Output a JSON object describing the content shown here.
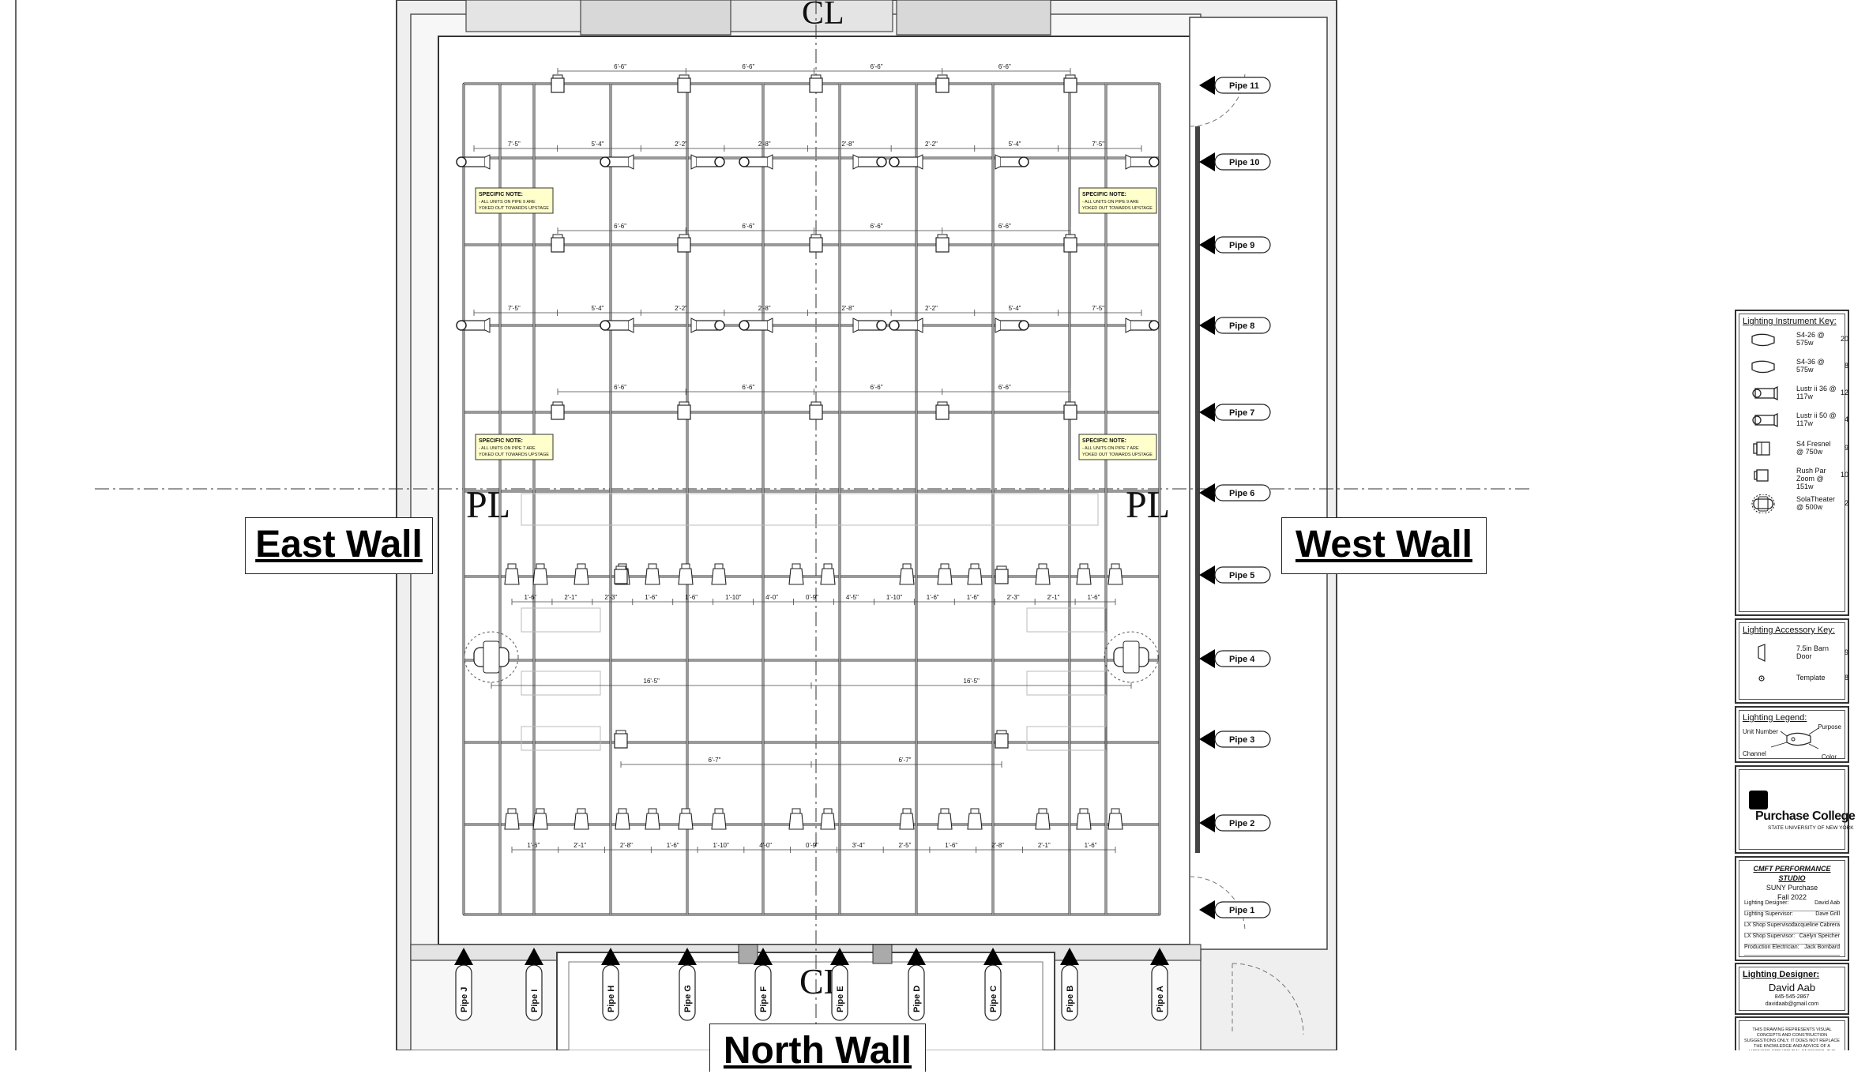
{
  "walls": {
    "east": "East Wall",
    "west": "West Wall",
    "north": "North Wall"
  },
  "centerline": "CL",
  "plaster_line": "PL",
  "pipes_horizontal": [
    "Pipe 11",
    "Pipe 10",
    "Pipe 9",
    "Pipe 8",
    "Pipe 7",
    "Pipe 6",
    "Pipe 5",
    "Pipe 4",
    "Pipe 3",
    "Pipe 2",
    "Pipe 1"
  ],
  "pipes_vertical": [
    "Pipe J",
    "Pipe I",
    "Pipe H",
    "Pipe G",
    "Pipe F",
    "Pipe E",
    "Pipe D",
    "Pipe C",
    "Pipe B",
    "Pipe A"
  ],
  "notes": [
    {
      "title": "SPECIFIC NOTE:",
      "body": "- ALL UNITS ON PIPE 9 ARE YOKED OUT TOWARDS UPSTAGE"
    },
    {
      "title": "SPECIFIC NOTE:",
      "body": "- ALL UNITS ON PIPE 9 ARE YOKED OUT TOWARDS UPSTAGE"
    },
    {
      "title": "SPECIFIC NOTE:",
      "body": "- ALL UNITS ON PIPE 7 ARE YOKED OUT TOWARDS UPSTAGE"
    },
    {
      "title": "SPECIFIC NOTE:",
      "body": "- ALL UNITS ON PIPE 7 ARE YOKED OUT TOWARDS UPSTAGE"
    }
  ],
  "dimensions": {
    "pipe11": [
      "6'-6\"",
      "6'-6\"",
      "6'-6\"",
      "6'-6\""
    ],
    "pipe10": [
      "7'-5\"",
      "5'-4\"",
      "2'-2\"",
      "2'-8\"",
      "2'-8\"",
      "2'-2\"",
      "5'-4\"",
      "7'-5\""
    ],
    "pipe9": [
      "6'-6\"",
      "6'-6\"",
      "6'-6\"",
      "6'-6\""
    ],
    "pipe8": [
      "7'-5\"",
      "5'-4\"",
      "2'-2\"",
      "2'-8\"",
      "2'-8\"",
      "2'-2\"",
      "5'-4\"",
      "7'-5\""
    ],
    "pipe7": [
      "6'-6\"",
      "6'-6\"",
      "6'-6\"",
      "6'-6\""
    ],
    "pipe5": [
      "1'-6\"",
      "2'-1\"",
      "2'-3\"",
      "1'-6\"",
      "1'-6\"",
      "1'-10\"",
      "4'-0\"",
      "0'-9\"",
      "4'-5\"",
      "1'-10\"",
      "1'-6\"",
      "1'-6\"",
      "2'-3\"",
      "2'-1\"",
      "1'-6\""
    ],
    "pipe4": [
      "16'-5\"",
      "16'-5\""
    ],
    "pipe3": [
      "6'-7\"",
      "6'-7\""
    ],
    "pipe2": [
      "1'-6\"",
      "2'-1\"",
      "2'-8\"",
      "1'-6\"",
      "1'-10\"",
      "4'-0\"",
      "0'-9\"",
      "3'-4\"",
      "2'-5\"",
      "1'-6\"",
      "2'-8\"",
      "2'-1\"",
      "1'-6\""
    ]
  },
  "instrument_key": {
    "title": "Lighting Instrument Key:",
    "items": [
      {
        "label": "S4-26 @ 575w",
        "count": "20",
        "icon": "ellipsoidal-26-icon"
      },
      {
        "label": "S4-36 @ 575w",
        "count": "8",
        "icon": "ellipsoidal-36-icon"
      },
      {
        "label": "Lustr ii 36 @ 117w",
        "count": "12",
        "icon": "lustr-36-icon"
      },
      {
        "label": "Lustr ii 50 @ 117w",
        "count": "4",
        "icon": "lustr-50-icon"
      },
      {
        "label": "S4 Fresnel @ 750w",
        "count": "9",
        "icon": "fresnel-icon"
      },
      {
        "label": "Rush Par Zoom @ 151w",
        "count": "10",
        "icon": "par-zoom-icon"
      },
      {
        "label": "SolaTheater @ 500w",
        "count": "2",
        "icon": "moving-light-icon"
      }
    ]
  },
  "accessory_key": {
    "title": "Lighting Accessory Key:",
    "items": [
      {
        "label": "7.5in Barn Door",
        "count": "9",
        "icon": "barn-door-icon"
      },
      {
        "label": "Template",
        "count": "8",
        "icon": "template-icon"
      }
    ]
  },
  "legend": {
    "title": "Lighting Legend:",
    "unit_number": "Unit Number",
    "purpose": "Purpose",
    "channel": "Channel",
    "color": "Color"
  },
  "logo": {
    "name": "Purchase College",
    "sub": "STATE UNIVERSITY OF NEW YORK"
  },
  "title_block": {
    "venue": "CMFT PERFORMANCE STUDIO",
    "school": "SUNY Purchase",
    "term": "Fall 2022",
    "staff": [
      {
        "role": "Lighting Designer:",
        "name": "David Aab"
      },
      {
        "role": "Lighting Supervisor:",
        "name": "Dave Grill"
      },
      {
        "role": "LX Shop Supervisor:",
        "name": "Jacqueline Cabrera"
      },
      {
        "role": "LX Shop Supervisor:",
        "name": "Caelyn Speicher"
      },
      {
        "role": "Production Electrician:",
        "name": "Jack Bombard"
      }
    ],
    "designer_title": "Lighting Designer:",
    "designer_name": "David Aab",
    "designer_phone": "845-545-2867",
    "designer_email": "davidaab@gmail.com",
    "disclaimer": "THIS DRAWING REPRESENTS VISUAL CONCEPTS AND CONSTRUCTION SUGGESTIONS ONLY. IT DOES NOT REPLACE THE KNOWLEDGE AND ADVICE OF A LICENSED STRUCTURAL ENGINEER. THE DESIGNER ARE UNQUALIFIED TO DETERMINE THE STRUCTURAL APPROPRIATENESS OF THIS DESIGN AND WILL NOT ASSUME RESPONSIBILITY FOR"
  }
}
